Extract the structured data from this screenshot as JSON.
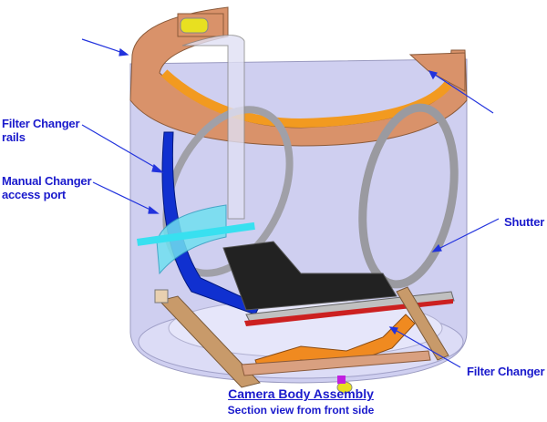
{
  "labels": {
    "filter_changer_rails": [
      "Filter Changer",
      "rails"
    ],
    "manual_changer_port": [
      "Manual Changer",
      "access port"
    ],
    "shutter": "Shutter",
    "filter_changer": "Filter Changer"
  },
  "caption": {
    "title": "Camera Body Assembly",
    "subtitle": "Section view from front side"
  },
  "colors": {
    "label": "#1a1acc",
    "copper": "#d9926a",
    "cylinder": "#c9c9ec"
  }
}
